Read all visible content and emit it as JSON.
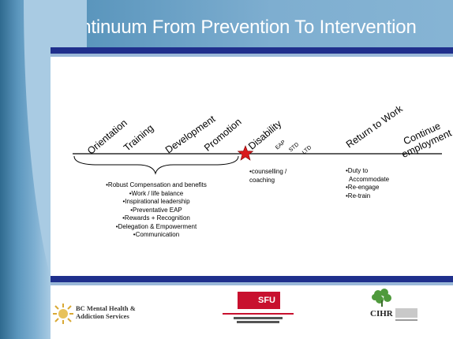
{
  "title": "Continuum From Prevention To Intervention",
  "stages": [
    {
      "label": "Orientation"
    },
    {
      "label": "Training"
    },
    {
      "label": "Development"
    },
    {
      "label": "Promotion"
    },
    {
      "label": "Disability"
    },
    {
      "label": "Return to Work"
    },
    {
      "label": "Continue employment"
    }
  ],
  "disability_types": [
    "EAP",
    "STD",
    "LTD"
  ],
  "prevention_list": [
    "•Robust Compensation and benefits",
    "•Work / life balance",
    "•Inspirational leadership",
    "•Preventative EAP",
    "•Rewards + Recognition",
    "•Delegation & Empowerment",
    "•Communication"
  ],
  "disability_list": [
    "•counselling /",
    "coaching"
  ],
  "rtw_list": [
    "•Duty to",
    "Accommodate",
    "•Re-engage",
    "•Re-train"
  ],
  "logos": {
    "bc_line1": "BC Mental Health &",
    "bc_line2": "Addiction Services",
    "sfu": "SFU",
    "cihr": "CIHR"
  },
  "colors": {
    "star": "#d9191c",
    "band": "#1f2f8c",
    "title_bg": "#7eaed0"
  }
}
